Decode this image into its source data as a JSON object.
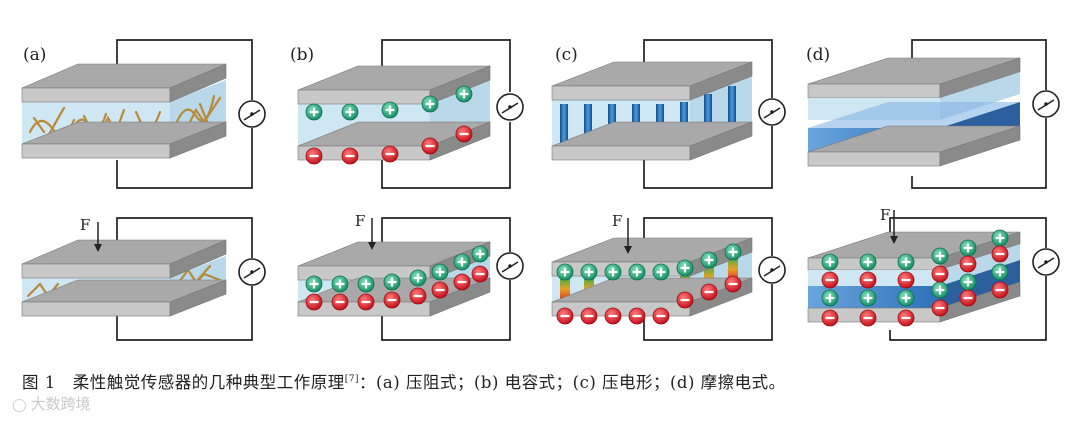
{
  "panels": [
    {
      "label": "(a)"
    },
    {
      "label": "(b)"
    },
    {
      "label": "(c)"
    },
    {
      "label": "(d)"
    }
  ],
  "force_label": "F",
  "caption": {
    "prefix": "图 1　柔性触觉传感器的几种典型工作原理",
    "ref": "[7]",
    "suffix": "：(a) 压阻式；(b) 电容式；(c) 压电形；(d) 摩擦电式。"
  },
  "watermark": "大数跨境",
  "colors": {
    "electrode_top": "#a9a9a9",
    "electrode_front": "#c8c8c8",
    "electrode_side": "#8a8a8a",
    "dielectric": "#cfe6f3",
    "wire": "#222222",
    "positive_charge": "#2aa37a",
    "negative_charge": "#d6202a",
    "column": "#1e6fb5",
    "tribo_layer": "#4b8ed0"
  },
  "icons": [
    "ammeter-icon",
    "plus-charge-icon",
    "minus-charge-icon",
    "force-arrow-icon"
  ]
}
